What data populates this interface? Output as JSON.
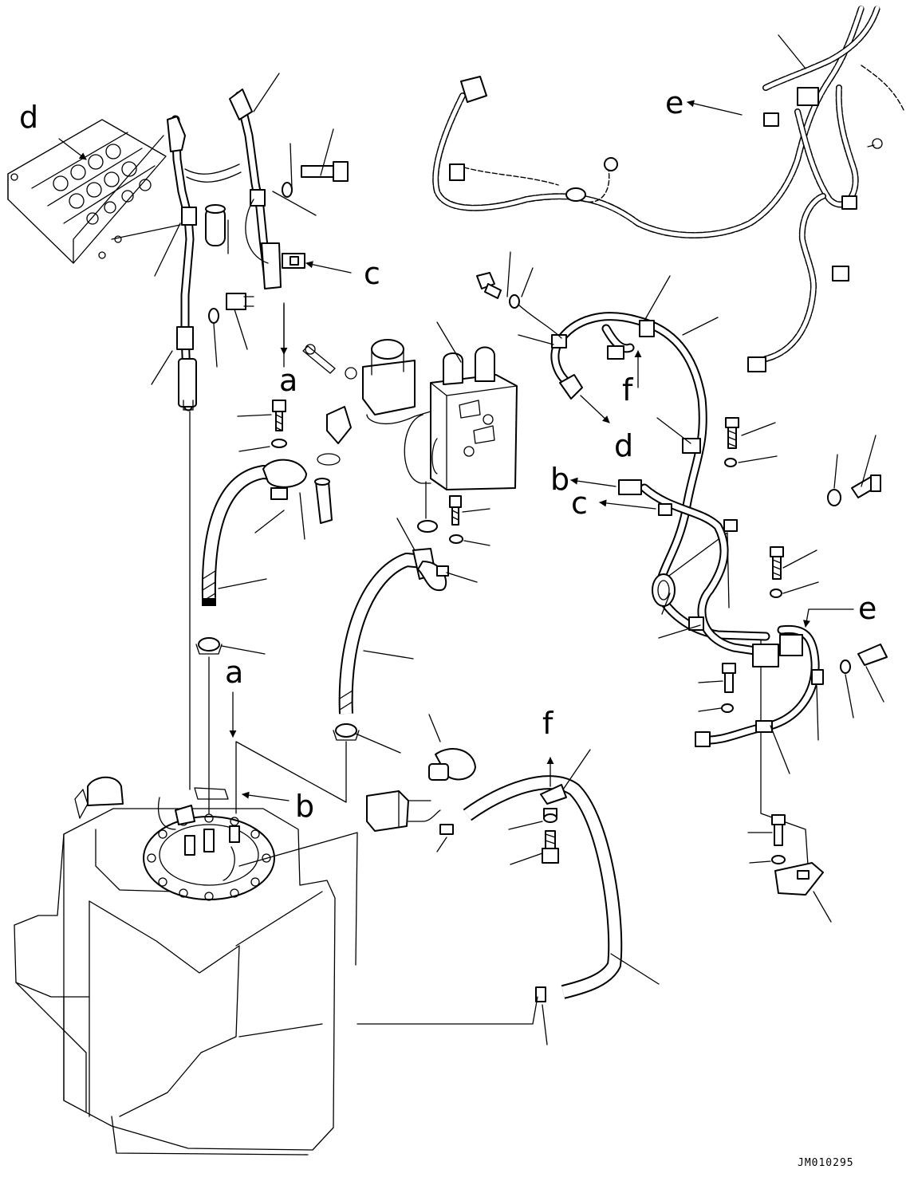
{
  "refs": {
    "a": "a",
    "b": "b",
    "c": "c",
    "d": "d",
    "e": "e",
    "f": "f"
  },
  "drawing_code": "JM010295"
}
